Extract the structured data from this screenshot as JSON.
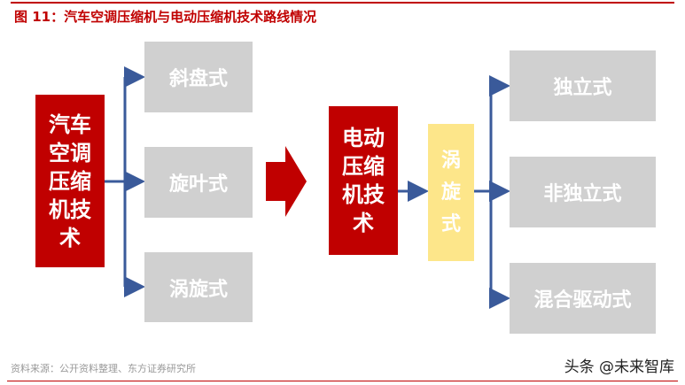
{
  "title": "图  11：汽车空调压缩机与电动压缩机技术路线情况",
  "source": "资料来源：公开资料整理、东方证券研究所",
  "watermark": "头条 @未来智库",
  "left": {
    "label": "汽车空调压缩机技术",
    "branches": [
      "斜盘式",
      "旋叶式",
      "涡旋式"
    ]
  },
  "middle": {
    "label": "电动压缩机技术",
    "sub": "涡旋式"
  },
  "right": {
    "branches": [
      "独立式",
      "非独立式",
      "混合驱动式"
    ]
  },
  "colors": {
    "red": "#c00000",
    "gray": "#d0d0d0",
    "yellow": "#fde68a",
    "arrow": "#3a5a9a"
  }
}
